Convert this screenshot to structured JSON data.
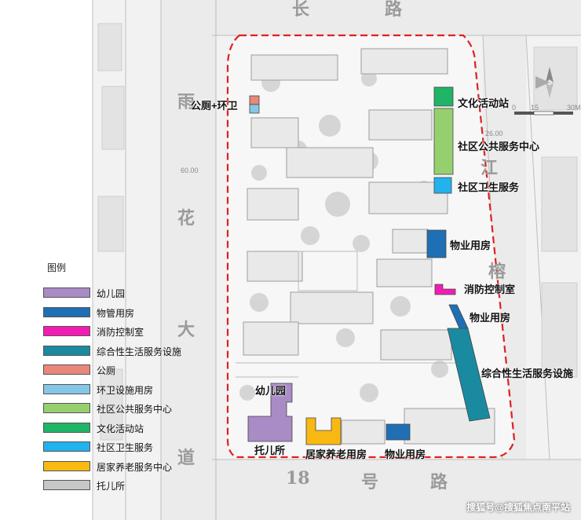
{
  "roads": {
    "top": [
      "长",
      "路"
    ],
    "left": [
      "雨",
      "花",
      "大",
      "道"
    ],
    "right": [
      "江",
      "榕"
    ],
    "bottom": [
      "18",
      "号",
      "路"
    ]
  },
  "map_small_labels": {
    "left_width": "60.00",
    "right_width": "26.00",
    "scale_zero": "0",
    "scale_mid": "15",
    "scale_max": "30M"
  },
  "callouts": {
    "toilet": "公厕+环卫",
    "culture_station": "文化活动站",
    "community_center": "社区公共服务中心",
    "health_service": "社区卫生服务",
    "property_room_1": "物业用房",
    "fire_control": "消防控制室",
    "property_room_2": "物业用房",
    "comprehensive_service": "综合性生活服务设施",
    "kindergarten": "幼儿园",
    "nursery": "托儿所",
    "elderly_care": "居家养老用房",
    "property_room_3": "物业用房"
  },
  "legend": {
    "title": "图例",
    "items": [
      {
        "label": "幼儿园",
        "color": "#a98bc6"
      },
      {
        "label": "物管用房",
        "color": "#1f6fb5"
      },
      {
        "label": "消防控制室",
        "color": "#f21cb4"
      },
      {
        "label": "综合性生活服务设施",
        "color": "#1a8aa0"
      },
      {
        "label": "公厕",
        "color": "#e8877a"
      },
      {
        "label": "环卫设施用房",
        "color": "#86c6e8"
      },
      {
        "label": "社区公共服务中心",
        "color": "#96d06e"
      },
      {
        "label": "文化活动站",
        "color": "#1fb466"
      },
      {
        "label": "社区卫生服务",
        "color": "#22b2ee"
      },
      {
        "label": "居家养老服务中心",
        "color": "#f7b912"
      },
      {
        "label": "托儿所",
        "color": "#c7c7c7"
      }
    ]
  },
  "watermark": "搜狐号@搜狐焦点南平站"
}
